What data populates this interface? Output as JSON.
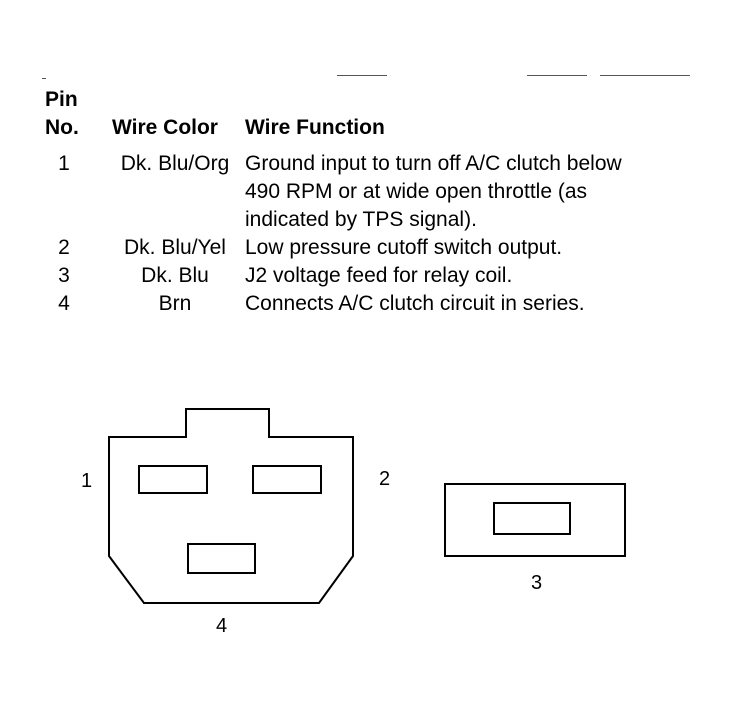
{
  "table": {
    "headers": {
      "pin_line1": "Pin",
      "pin_line2": "No.",
      "wire_color": "Wire Color",
      "wire_function": "Wire Function"
    },
    "rows": [
      {
        "pin": "1",
        "color": "Dk. Blu/Org",
        "function_lines": [
          "Ground input to turn off A/C clutch below",
          "490 RPM or at wide open throttle (as",
          "indicated by TPS signal)."
        ]
      },
      {
        "pin": "2",
        "color": "Dk. Blu/Yel",
        "function_lines": [
          "Low pressure cutoff switch output."
        ]
      },
      {
        "pin": "3",
        "color": "Dk. Blu",
        "function_lines": [
          "J2 voltage feed for relay coil."
        ]
      },
      {
        "pin": "4",
        "color": "Brn",
        "function_lines": [
          "Connects A/C clutch circuit in series."
        ]
      }
    ]
  },
  "diagram": {
    "connector_labels": {
      "pin1": "1",
      "pin2": "2",
      "pin4": "4",
      "single_pin": "3"
    }
  }
}
